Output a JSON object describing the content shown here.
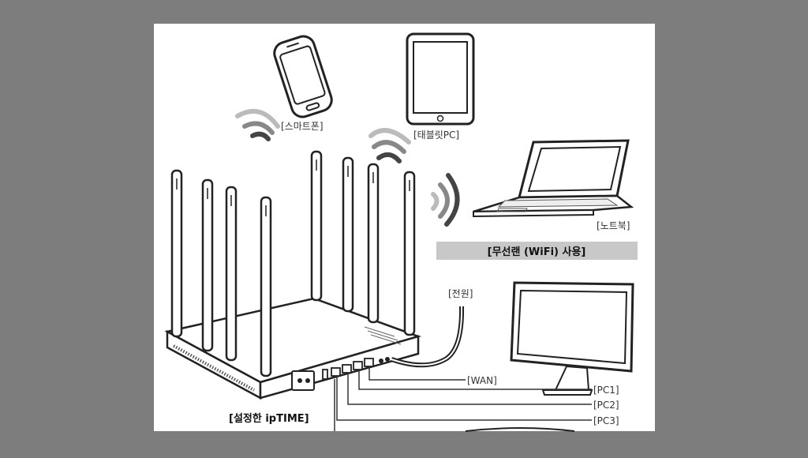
{
  "labels": {
    "smartphone": "[스마트폰]",
    "tablet": "[태블릿PC]",
    "laptop": "[노트북]",
    "wifi_banner": "[무선랜 (WiFi) 사용]",
    "power": "[전원]",
    "wan": "[WAN]",
    "pc1": "[PC1]",
    "pc2": "[PC2]",
    "pc3": "[PC3]",
    "router": "[설정한 ipTIME]"
  },
  "colors": {
    "background": "#7d7d7d",
    "panel": "#ffffff",
    "ink": "#1a1a1a",
    "banner": "#c8c8c8"
  }
}
